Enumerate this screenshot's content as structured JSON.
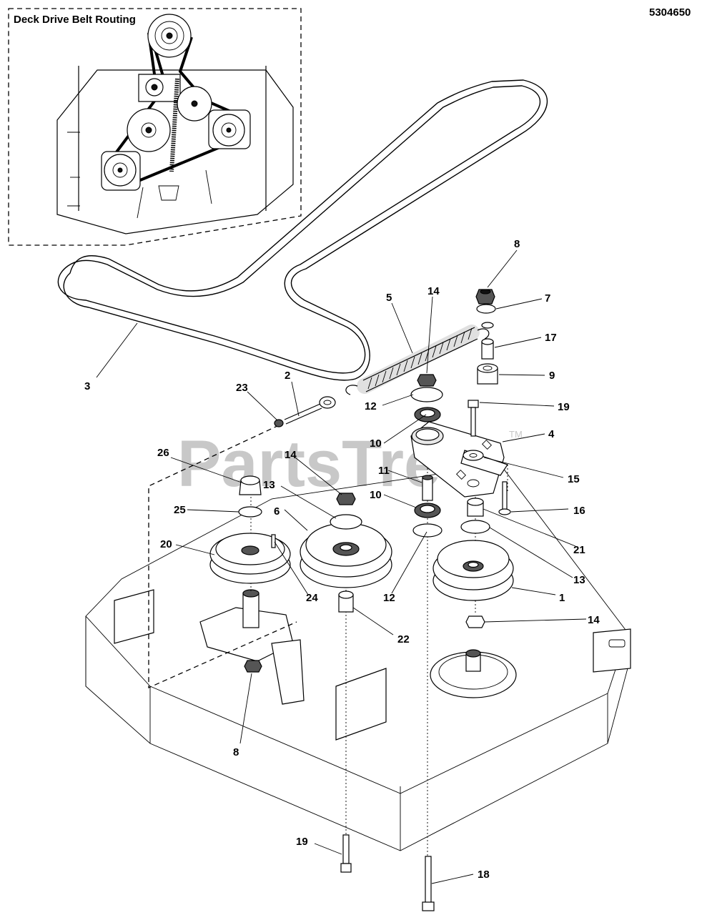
{
  "document_number": "5304650",
  "inset": {
    "title": "Deck Drive Belt Routing"
  },
  "watermark": {
    "text": "PartsTree",
    "trademark": "TM"
  },
  "callouts": [
    {
      "id": "c-8a",
      "label": "8"
    },
    {
      "id": "c-7",
      "label": "7"
    },
    {
      "id": "c-14a",
      "label": "14"
    },
    {
      "id": "c-5",
      "label": "5"
    },
    {
      "id": "c-17",
      "label": "17"
    },
    {
      "id": "c-9",
      "label": "9"
    },
    {
      "id": "c-2",
      "label": "2"
    },
    {
      "id": "c-23",
      "label": "23"
    },
    {
      "id": "c-3",
      "label": "3"
    },
    {
      "id": "c-12a",
      "label": "12"
    },
    {
      "id": "c-19a",
      "label": "19"
    },
    {
      "id": "c-10a",
      "label": "10"
    },
    {
      "id": "c-4",
      "label": "4"
    },
    {
      "id": "c-26",
      "label": "26"
    },
    {
      "id": "c-14b",
      "label": "14"
    },
    {
      "id": "c-11",
      "label": "11"
    },
    {
      "id": "c-15",
      "label": "15"
    },
    {
      "id": "c-13a",
      "label": "13"
    },
    {
      "id": "c-10b",
      "label": "10"
    },
    {
      "id": "c-16",
      "label": "16"
    },
    {
      "id": "c-25",
      "label": "25"
    },
    {
      "id": "c-6",
      "label": "6"
    },
    {
      "id": "c-20",
      "label": "20"
    },
    {
      "id": "c-21",
      "label": "21"
    },
    {
      "id": "c-24",
      "label": "24"
    },
    {
      "id": "c-12b",
      "label": "12"
    },
    {
      "id": "c-13b",
      "label": "13"
    },
    {
      "id": "c-1",
      "label": "1"
    },
    {
      "id": "c-14c",
      "label": "14"
    },
    {
      "id": "c-22",
      "label": "22"
    },
    {
      "id": "c-8b",
      "label": "8"
    },
    {
      "id": "c-19b",
      "label": "19"
    },
    {
      "id": "c-18",
      "label": "18"
    }
  ]
}
